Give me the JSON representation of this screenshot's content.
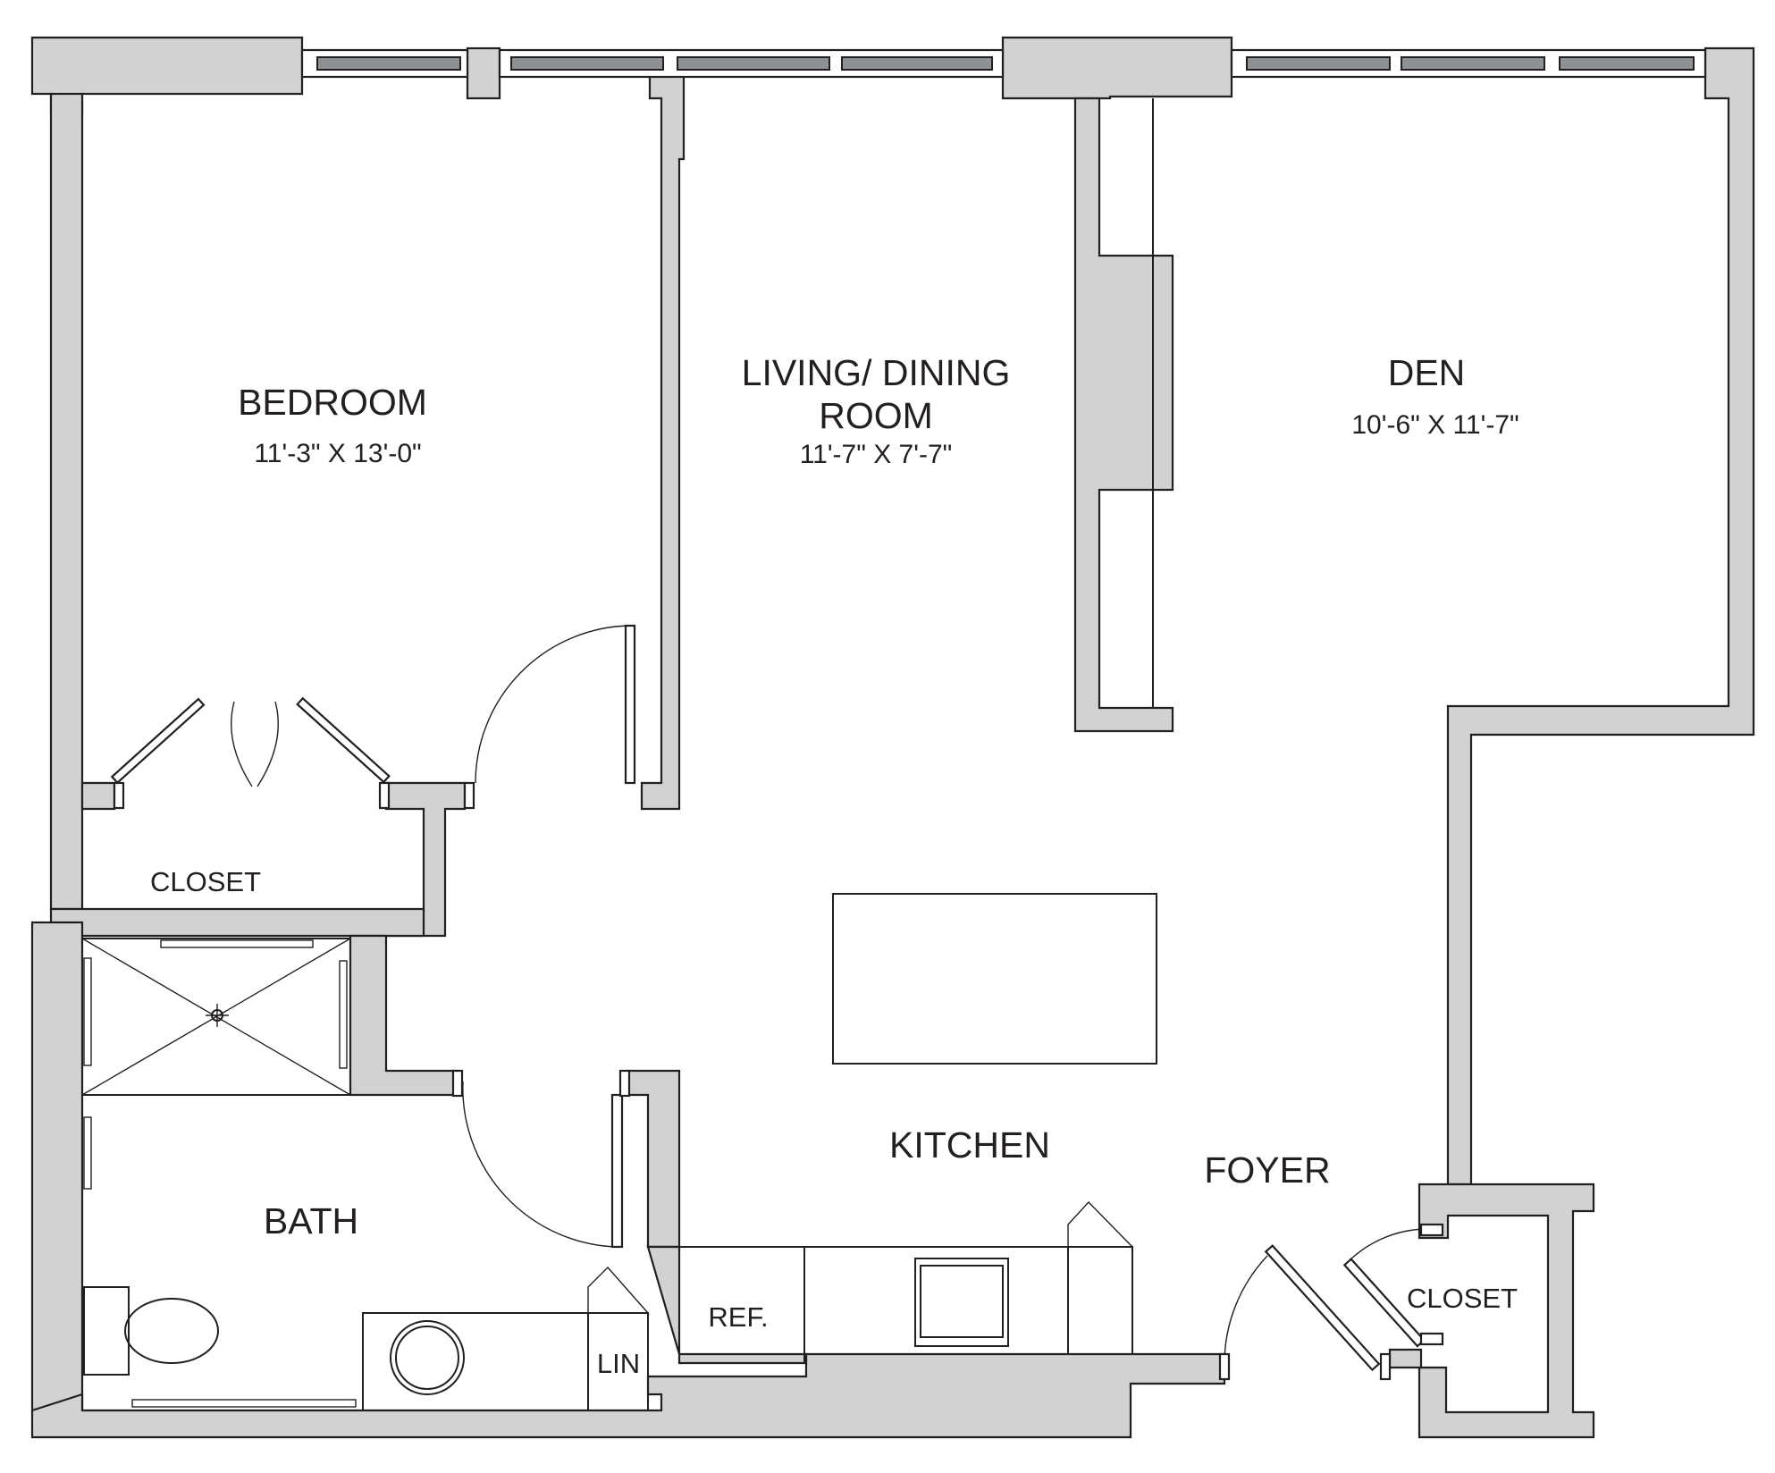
{
  "rooms": {
    "bedroom": {
      "name": "BEDROOM",
      "dims": "11'-3\" X 13'-0\""
    },
    "living": {
      "name_line1": "LIVING/ DINING",
      "name_line2": "ROOM",
      "dims": "11'-7\" X 7'-7\""
    },
    "den": {
      "name": "DEN",
      "dims": "10'-6\" X 11'-7\""
    },
    "kitchen": {
      "name": "KITCHEN"
    },
    "bath": {
      "name": "BATH"
    },
    "foyer": {
      "name": "FOYER"
    },
    "closet_bedroom": {
      "name": "CLOSET"
    },
    "closet_foyer": {
      "name": "CLOSET"
    }
  },
  "fixtures": {
    "refrigerator": "REF.",
    "linen": "LIN"
  },
  "colors": {
    "wall_fill": "#d0d2d3",
    "line": "#231f20",
    "window_glass": "#8e9193"
  }
}
